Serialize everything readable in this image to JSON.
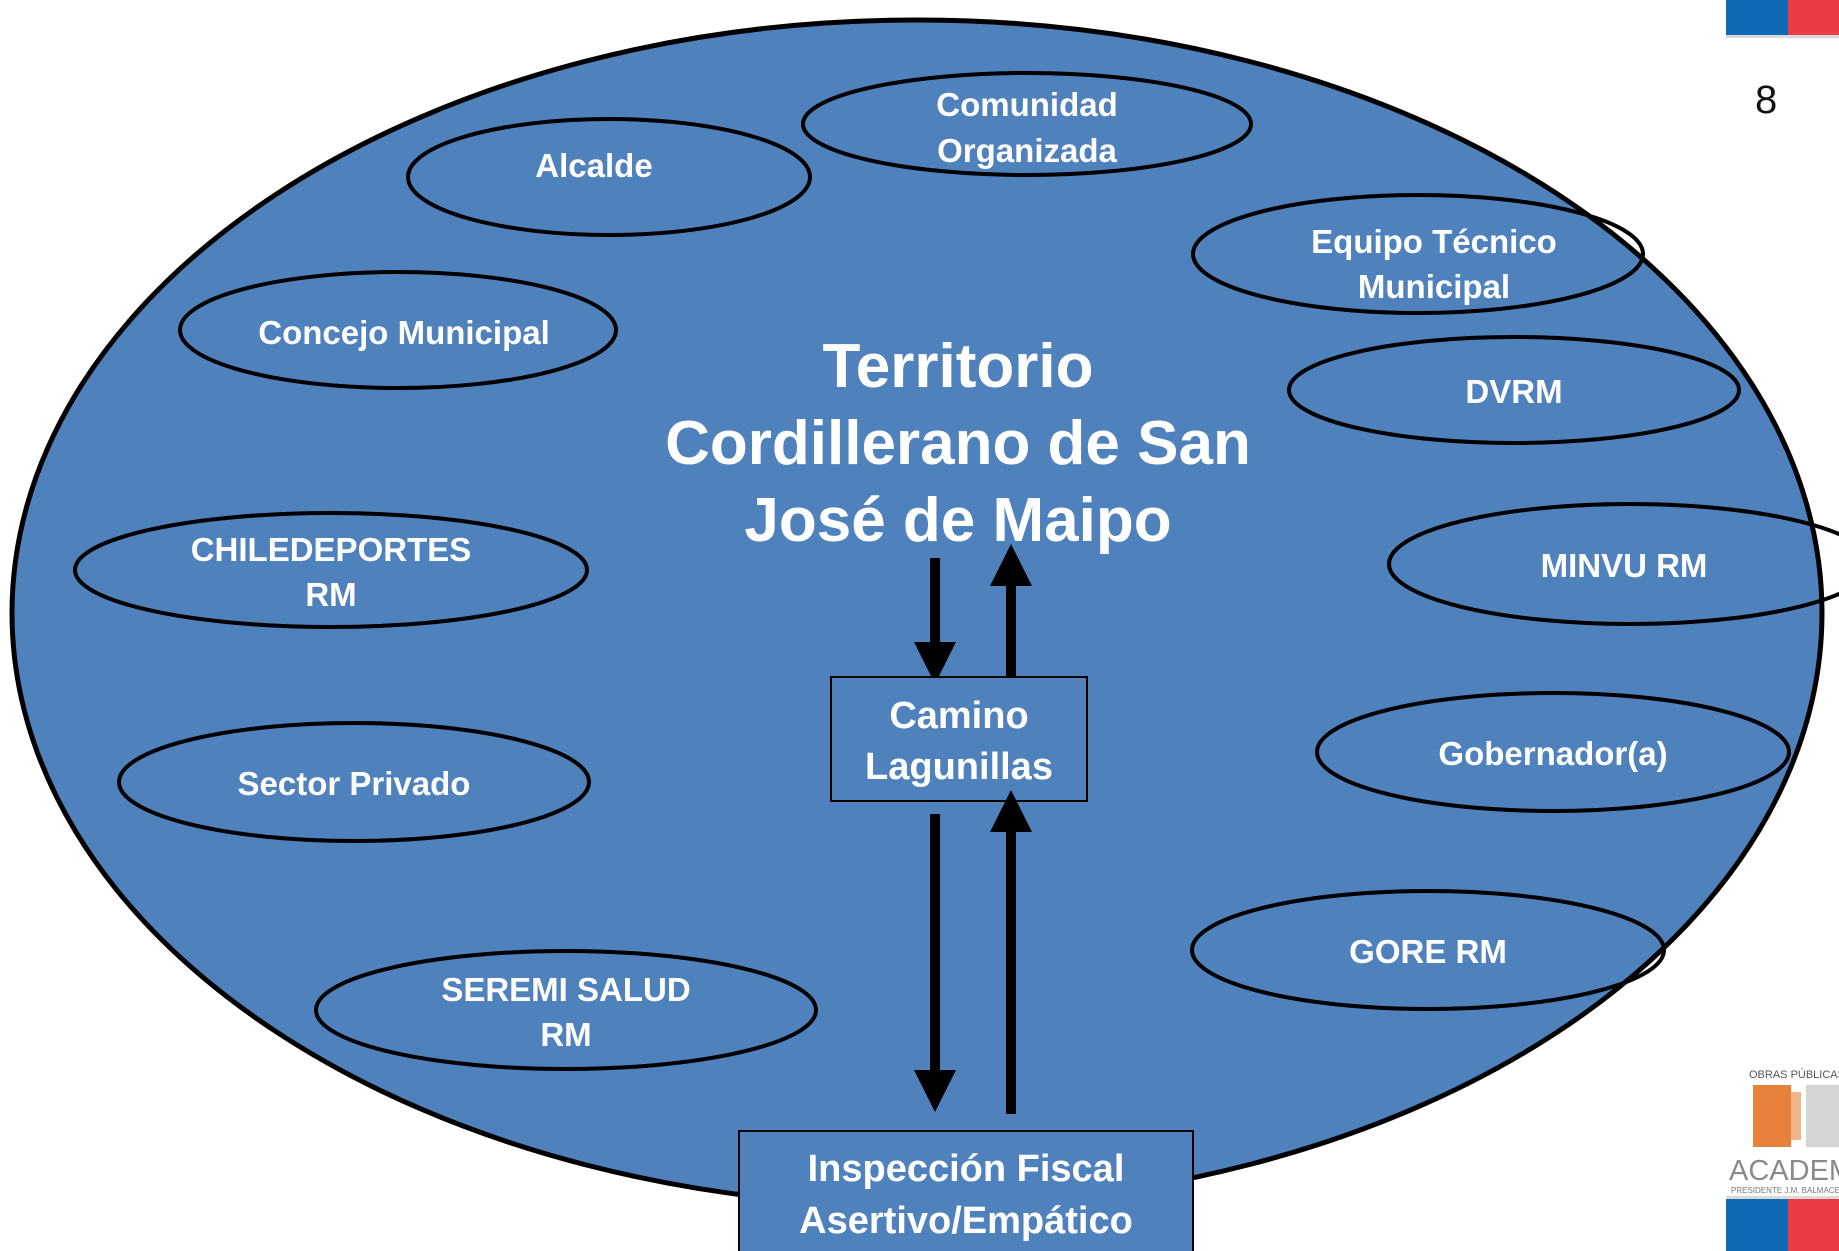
{
  "page_number": "8",
  "colors": {
    "territory_fill": "#4f81bd",
    "outline": "#000000",
    "text": "#ffffff",
    "flag_blue": "#0f69b4",
    "flag_red": "#eb3c46",
    "logo_orange": "#e8813c"
  },
  "territory": {
    "title_lines": [
      "Territorio",
      "Cordillerano de San",
      "José de Maipo"
    ]
  },
  "actors": {
    "comunidad": [
      "Comunidad",
      "Organizada"
    ],
    "alcalde": [
      "Alcalde"
    ],
    "equipo": [
      "Equipo Técnico",
      "Municipal"
    ],
    "concejo": [
      "Concejo Municipal"
    ],
    "dvrm": [
      "DVRM"
    ],
    "chiledeportes": [
      "CHILEDEPORTES",
      "RM"
    ],
    "minvu": [
      "MINVU RM"
    ],
    "sector_privado": [
      "Sector Privado"
    ],
    "gobernador": [
      "Gobernador(a)"
    ],
    "gore": [
      "GORE RM"
    ],
    "seremi": [
      "SEREMI SALUD",
      "RM"
    ]
  },
  "road_box": [
    "Camino",
    "Lagunillas"
  ],
  "inspection_box": [
    "Inspección Fiscal",
    "Asertivo/Empático"
  ],
  "logo": {
    "top_text": "OBRAS PÚBLICAS",
    "name": "ACADEMIA",
    "subtitle": "PRESIDENTE J.M. BALMACEDA"
  }
}
